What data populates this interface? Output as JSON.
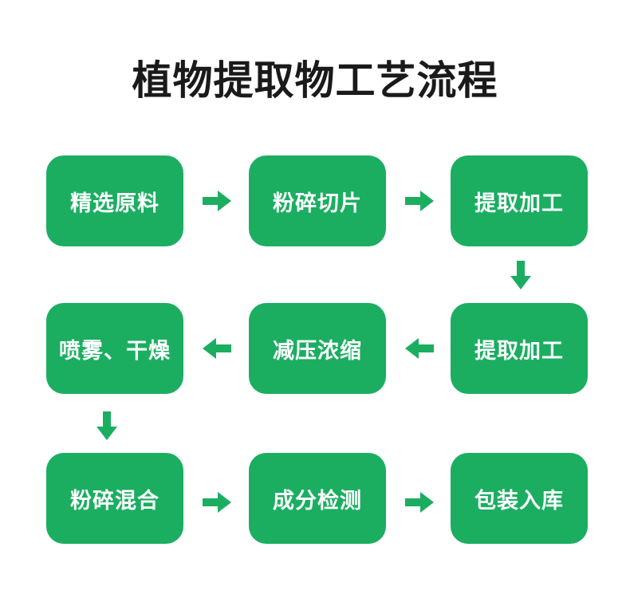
{
  "title": "植物提取物工艺流程",
  "colors": {
    "box": "#1bae61",
    "arrow": "#1bae61",
    "text": "#ffffff",
    "title": "#1a1a1a"
  },
  "steps": [
    {
      "label": "精选原料"
    },
    {
      "label": "粉碎切片"
    },
    {
      "label": "提取加工"
    },
    {
      "label": "提取加工"
    },
    {
      "label": "减压浓缩"
    },
    {
      "label": "喷雾、干燥"
    },
    {
      "label": "粉碎混合"
    },
    {
      "label": "成分检测"
    },
    {
      "label": "包装入库"
    }
  ],
  "arrows": [
    "right-arrow-icon",
    "down-arrow-icon",
    "left-arrow-icon"
  ]
}
